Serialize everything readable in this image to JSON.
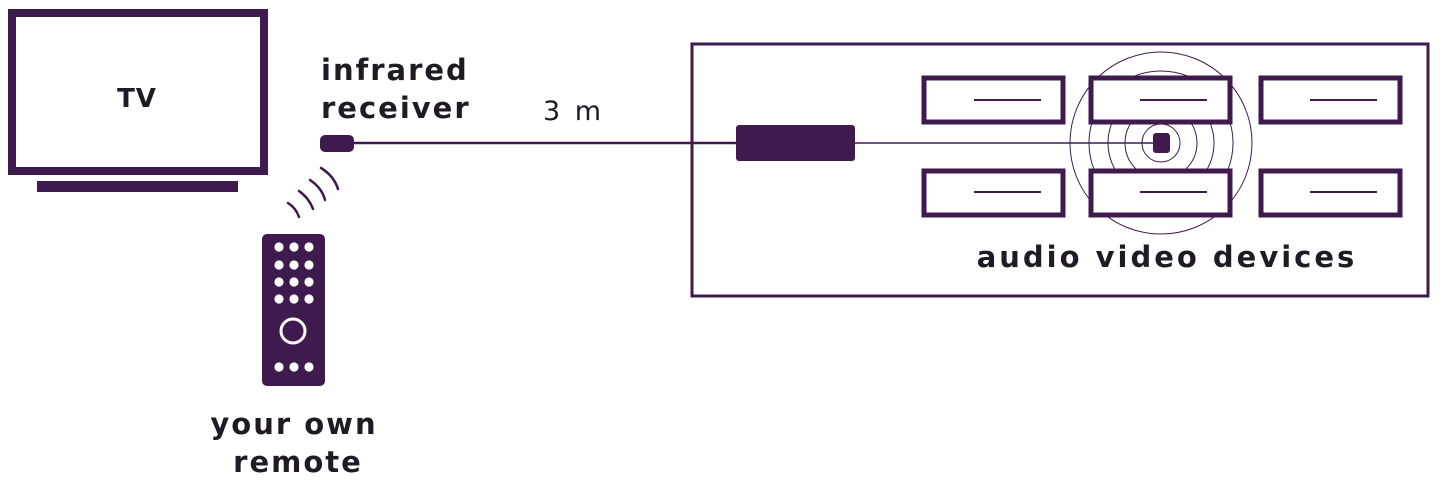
{
  "colors": {
    "accent": "#3e1a4f",
    "text": "#1f1a24",
    "background": "#ffffff"
  },
  "labels": {
    "tv": "TV",
    "receiver_line1": "infrared",
    "receiver_line2": "receiver",
    "distance": "3 m",
    "remote_line1": "your own",
    "remote_line2": "remote",
    "devices": "audio video devices"
  }
}
